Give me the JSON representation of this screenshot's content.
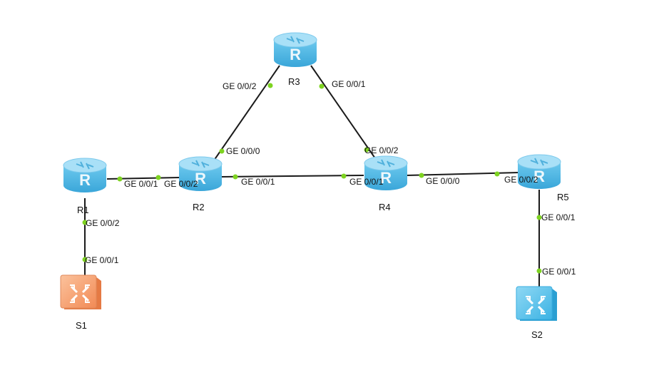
{
  "colors": {
    "background": "#ffffff",
    "link": "#1a1a1a",
    "port_dot": "#7ed321",
    "router_body": "#4fb8e6",
    "router_top": "#a9e0f7",
    "switch_orange": "#f7a777",
    "switch_blue": "#5cc4ec"
  },
  "devices": {
    "R1": {
      "label": "R1",
      "icon": "router-icon"
    },
    "R2": {
      "label": "R2",
      "icon": "router-icon"
    },
    "R3": {
      "label": "R3",
      "icon": "router-icon"
    },
    "R4": {
      "label": "R4",
      "icon": "router-icon"
    },
    "R5": {
      "label": "R5",
      "icon": "router-icon"
    },
    "S1": {
      "label": "S1",
      "icon": "switch-icon"
    },
    "S2": {
      "label": "S2",
      "icon": "switch-icon"
    }
  },
  "links": [
    {
      "id": "r1-r2",
      "from": "R1",
      "from_port": "GE 0/0/1",
      "to": "R2",
      "to_port": "GE 0/0/2"
    },
    {
      "id": "r2-r3",
      "from": "R2",
      "from_port": "GE 0/0/0",
      "to": "R3",
      "to_port": "GE 0/0/2"
    },
    {
      "id": "r3-r4",
      "from": "R3",
      "from_port": "GE 0/0/1",
      "to": "R4",
      "to_port": "GE 0/0/2"
    },
    {
      "id": "r2-r4",
      "from": "R2",
      "from_port": "GE 0/0/1",
      "to": "R4",
      "to_port": "GE 0/0/1"
    },
    {
      "id": "r4-r5",
      "from": "R4",
      "from_port": "GE 0/0/0",
      "to": "R5",
      "to_port": "GE 0/0/2"
    },
    {
      "id": "r1-s1",
      "from": "R1",
      "from_port": "GE 0/0/2",
      "to": "S1",
      "to_port": "GE 0/0/1"
    },
    {
      "id": "r5-s2",
      "from": "R5",
      "from_port": "GE 0/0/1",
      "to": "S2",
      "to_port": "GE 0/0/1"
    }
  ]
}
